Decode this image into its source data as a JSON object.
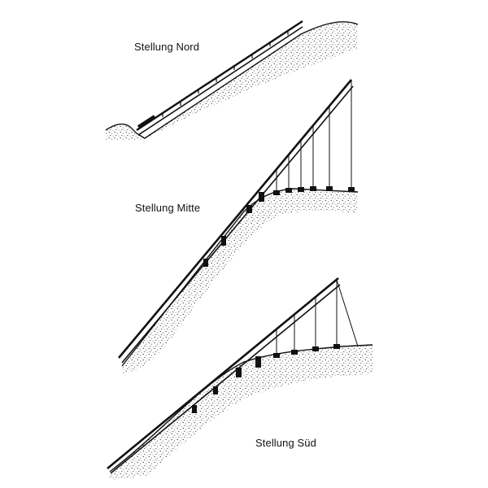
{
  "labels": {
    "nord": "Stellung Nord",
    "mitte": "Stellung Mitte",
    "sued": "Stellung Süd"
  }
}
